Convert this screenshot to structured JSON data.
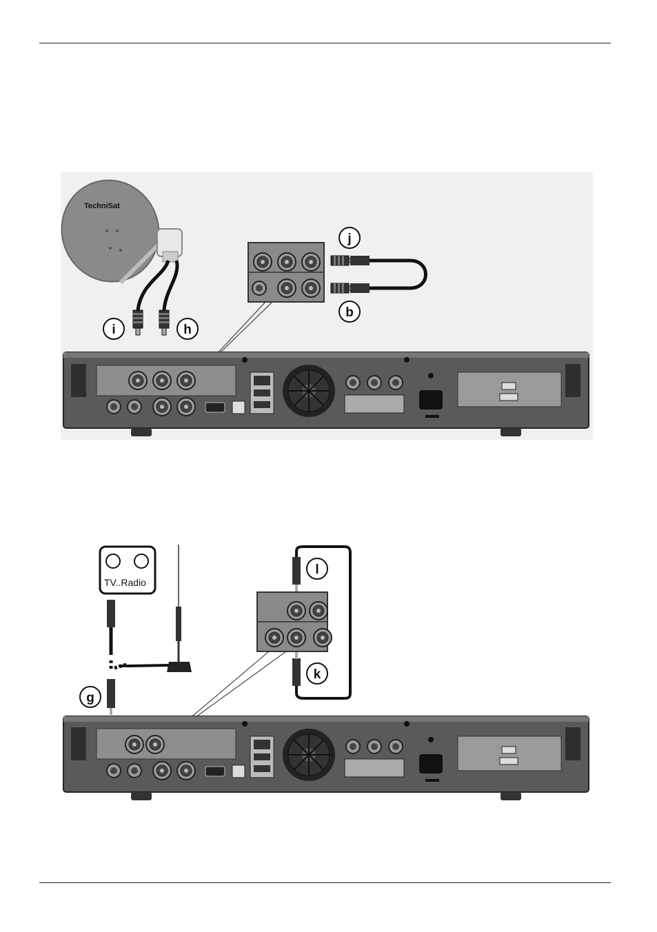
{
  "diagram1": {
    "labels": {
      "j": "j",
      "b": "b",
      "i": "i",
      "h": "h"
    },
    "dish_brand": "TechniSat"
  },
  "diagram2": {
    "labels": {
      "l": "l",
      "k": "k",
      "g": "g"
    },
    "wall_socket_text": "TV..Radio"
  },
  "colors": {
    "device_body": "#555555",
    "device_dark": "#3a3a3a",
    "cable": "#111111",
    "dish": "#8a8a8a"
  }
}
